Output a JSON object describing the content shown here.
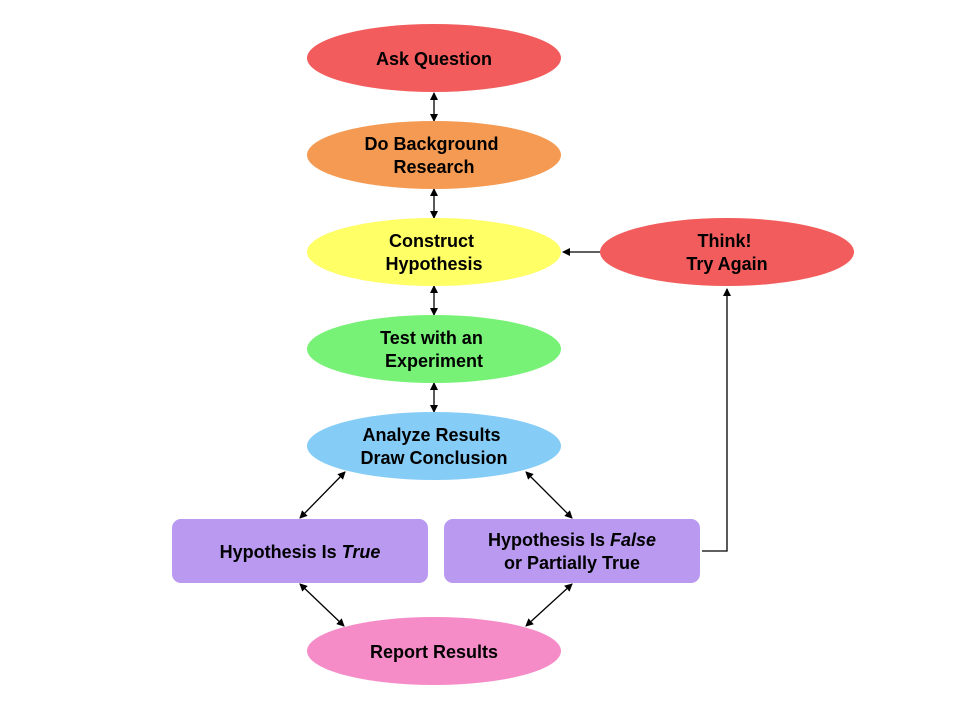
{
  "nodes": {
    "ask_question": {
      "lines": [
        "Ask Question"
      ],
      "color": "#f25c5c"
    },
    "background_research": {
      "lines": [
        "Do Background",
        "Research"
      ],
      "color": "#f59a52"
    },
    "construct_hypothesis": {
      "lines": [
        "Construct",
        "Hypothesis"
      ],
      "color": "#ffff66"
    },
    "test_experiment": {
      "lines": [
        "Test with an",
        "Experiment"
      ],
      "color": "#77f277"
    },
    "analyze_results": {
      "lines": [
        "Analyze Results",
        "Draw Conclusion"
      ],
      "color": "#85ccf6"
    },
    "hypothesis_true": {
      "before": "Hypothesis Is ",
      "emph": "True",
      "after": "",
      "color": "#b99af0"
    },
    "hypothesis_false": {
      "line1_before": "Hypothesis Is ",
      "line1_emph": "False",
      "line2": "or Partially True",
      "color": "#b99af0"
    },
    "report_results": {
      "lines": [
        "Report Results"
      ],
      "color": "#f58cc8"
    },
    "think_try_again": {
      "lines": [
        "Think!",
        "Try Again"
      ],
      "color": "#f25c5c"
    }
  }
}
